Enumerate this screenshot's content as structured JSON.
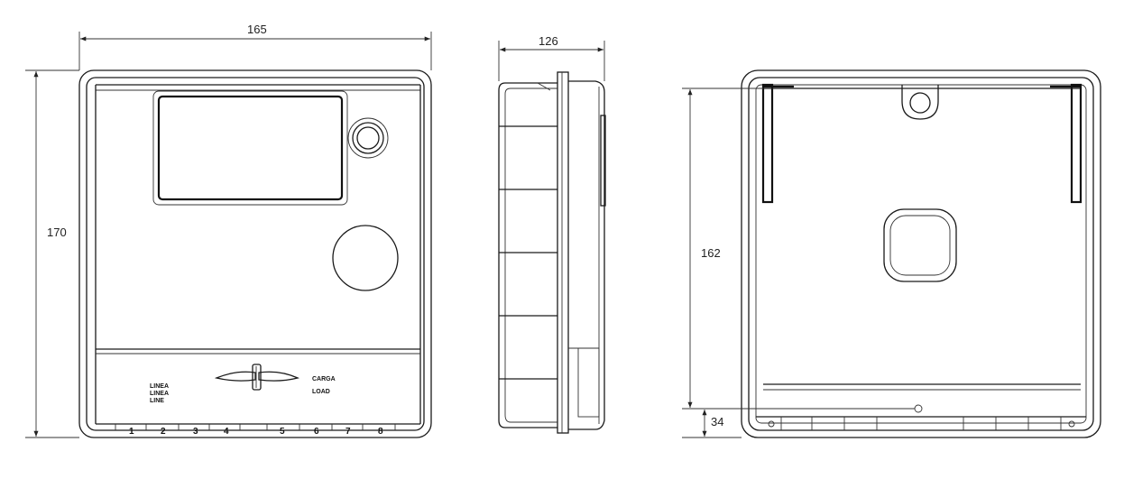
{
  "dimensions": {
    "front_width": "165",
    "front_height": "170",
    "side_depth": "126",
    "back_height": "162",
    "back_offset": "34"
  },
  "labels": {
    "line": [
      "LINEA",
      "LINEA",
      "LINE"
    ],
    "load": [
      "CARGA",
      "LOAD"
    ]
  },
  "terminals": [
    "1",
    "2",
    "3",
    "4",
    "5",
    "6",
    "7",
    "8"
  ]
}
